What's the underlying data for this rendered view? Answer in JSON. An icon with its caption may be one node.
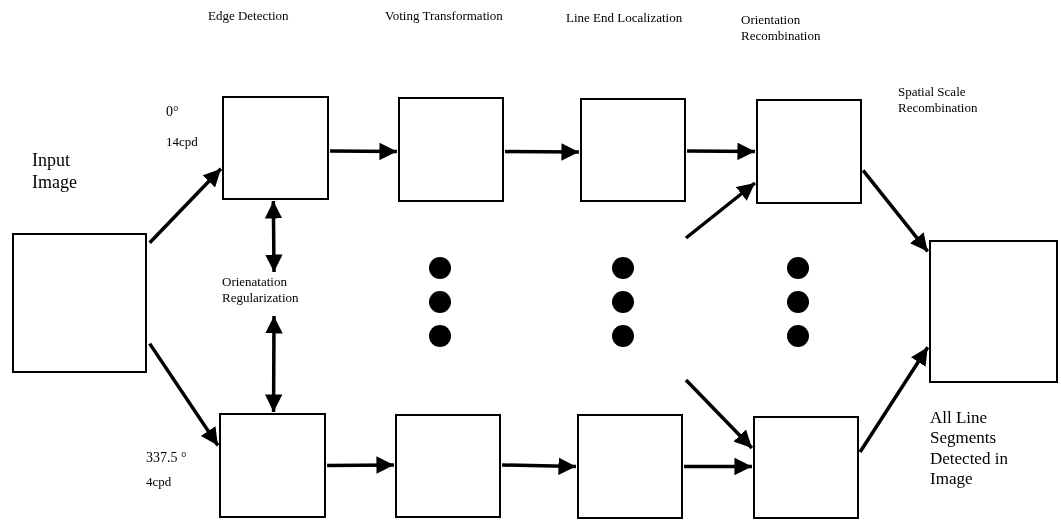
{
  "diagram": {
    "nodes": [
      {
        "text": [
          "Input Image"
        ]
      },
      {
        "text": [],
        "shape": "box",
        "beside": [
          "0°",
          "14cpd"
        ]
      },
      {
        "text": [],
        "shape": "box"
      },
      {
        "text": [],
        "shape": "box"
      },
      {
        "text": [],
        "shape": "box"
      },
      {
        "text": [],
        "shape": "box",
        "beside": [
          "All Line Segments Detected in Image"
        ]
      },
      {
        "text": [],
        "shape": "box",
        "beside": [
          "337.5 °",
          "4cpd"
        ]
      },
      {
        "text": [],
        "shape": "box"
      },
      {
        "text": [],
        "shape": "box"
      },
      {
        "text": [],
        "shape": "box"
      },
      {
        "text": [
          "Orienatation Regularization"
        ]
      }
    ],
    "edges": [
      {
        "from": 0,
        "to": 1,
        "arrow": "to"
      },
      {
        "from": 0,
        "to": 6,
        "arrow": "to"
      },
      {
        "from": 1,
        "to": 2,
        "arrow": "to"
      },
      {
        "from": 2,
        "to": 3,
        "arrow": "to"
      },
      {
        "from": 3,
        "to": 4,
        "arrow": "to"
      },
      {
        "from": 4,
        "to": 5,
        "arrow": "to"
      },
      {
        "from": 6,
        "to": 7,
        "arrow": "to"
      },
      {
        "from": 7,
        "to": 8,
        "arrow": "to"
      },
      {
        "from": 8,
        "to": 9,
        "arrow": "to"
      },
      {
        "from": 9,
        "to": 5,
        "arrow": "to"
      },
      {
        "from": null,
        "to": 4,
        "arrow": "to"
      },
      {
        "from": null,
        "to": 9,
        "arrow": "to"
      },
      {
        "from": 1,
        "to": 10,
        "arrow": "both"
      },
      {
        "from": 10,
        "to": 6,
        "arrow": "both"
      }
    ],
    "labels": [
      "Edge Detection",
      "Voting Transformation",
      "Line End Localization",
      "Orientation Recombination",
      "Spatial Scale Recombination"
    ]
  }
}
